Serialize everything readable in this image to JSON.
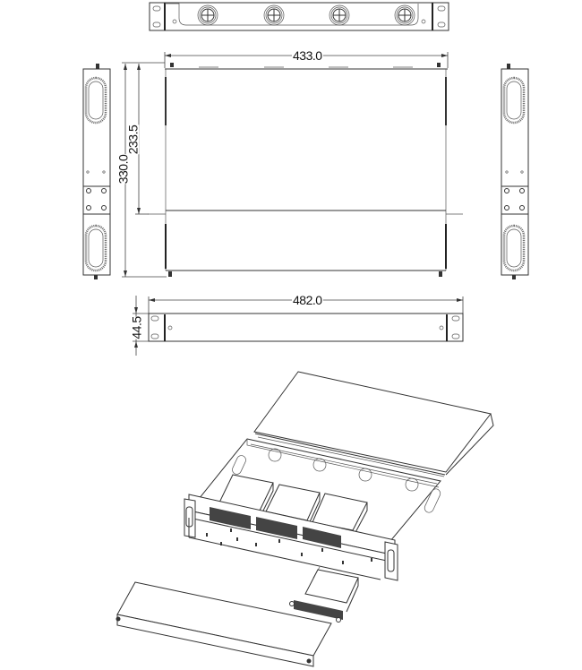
{
  "drawing": {
    "views": [
      {
        "id": "front-view",
        "label": "Front view (panel with 4 cable entry grommets)"
      },
      {
        "id": "top-view",
        "label": "Top view"
      },
      {
        "id": "left-side-view",
        "label": "Left side view"
      },
      {
        "id": "right-side-view",
        "label": "Right side view"
      },
      {
        "id": "rear-view",
        "label": "Rear/front bracket view"
      },
      {
        "id": "exploded-view",
        "label": "Isometric exploded view"
      }
    ],
    "dimensions": {
      "width_inner": "433.0",
      "depth_total": "330.0",
      "depth_partial": "233.5",
      "width_overall": "482.0",
      "height": "44.5"
    },
    "front_view": {
      "grommet_count": 4
    },
    "exploded": {
      "adapter_module_count": 3,
      "loose_module_count": 1,
      "rear_grommets": 4
    },
    "colors": {
      "line": "#333333",
      "background": "#ffffff"
    }
  }
}
